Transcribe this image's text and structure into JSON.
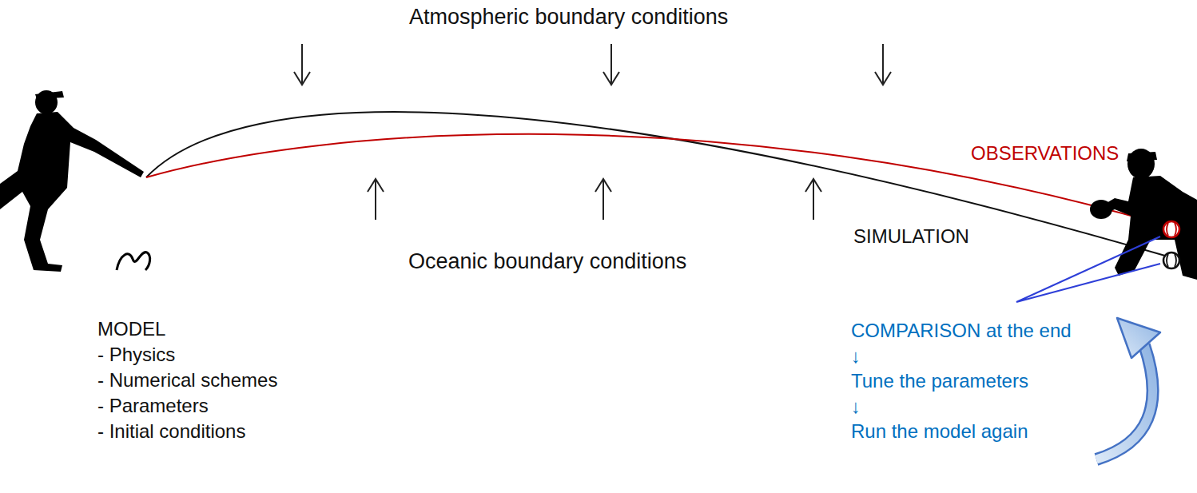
{
  "diagram": {
    "labels": [
      "Atmospheric boundary conditions",
      "OBSERVATIONS",
      "SIMULATION",
      "Oceanic boundary conditions",
      "MODEL",
      "- Physics",
      "- Numerical schemes",
      "- Parameters",
      "- Initial conditions",
      "COMPARISON at the end",
      "↓",
      "Tune the parameters",
      "↓",
      "Run the model again"
    ]
  }
}
